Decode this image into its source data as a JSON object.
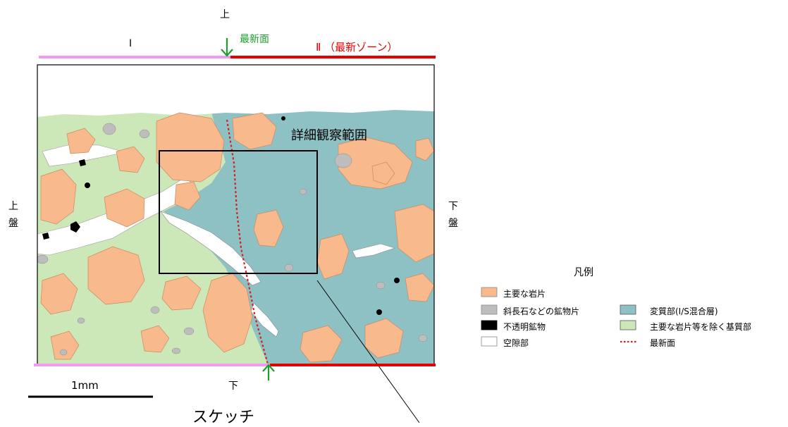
{
  "labels": {
    "top": "上",
    "bottom": "下",
    "left_side": [
      "上",
      "盤"
    ],
    "right_side": [
      "下",
      "盤"
    ],
    "zone_I": "Ⅰ",
    "zone_II": "Ⅱ （最新ゾーン）",
    "newest_plane_top": "最新面",
    "detail_area": "詳細観察範囲",
    "scale_bar": "1mm",
    "caption": "スケッチ"
  },
  "legend": {
    "title": "凡例",
    "items": [
      {
        "label": "主要な岩片",
        "color": "#f8b98c",
        "marker": "swatch"
      },
      {
        "label": "斜長石などの鉱物片",
        "color": "#bdbdbd",
        "marker": "swatch"
      },
      {
        "label": "不透明鉱物",
        "color": "#000000",
        "marker": "swatch"
      },
      {
        "label": "空隙部",
        "color": "#ffffff",
        "marker": "swatch"
      },
      {
        "label": "変質部(I/S混合層)",
        "color": "#8ec1c4",
        "marker": "swatch"
      },
      {
        "label": "主要な岩片等を除く基質部",
        "color": "#cde8b8",
        "marker": "swatch"
      },
      {
        "label": "最新面",
        "color": "#d62020",
        "marker": "dotted-line"
      }
    ]
  },
  "colors": {
    "rock_fragment": "#f8b98c",
    "mineral_fragment": "#bdbdbd",
    "opaque_mineral": "#000000",
    "void": "#ffffff",
    "altered": "#8ec1c4",
    "matrix": "#cde8b8",
    "newest_plane": "#d62020",
    "zone_I_bar": "#f29af2",
    "zone_II_bar": "#e60000",
    "arrow": "#18a02a"
  }
}
